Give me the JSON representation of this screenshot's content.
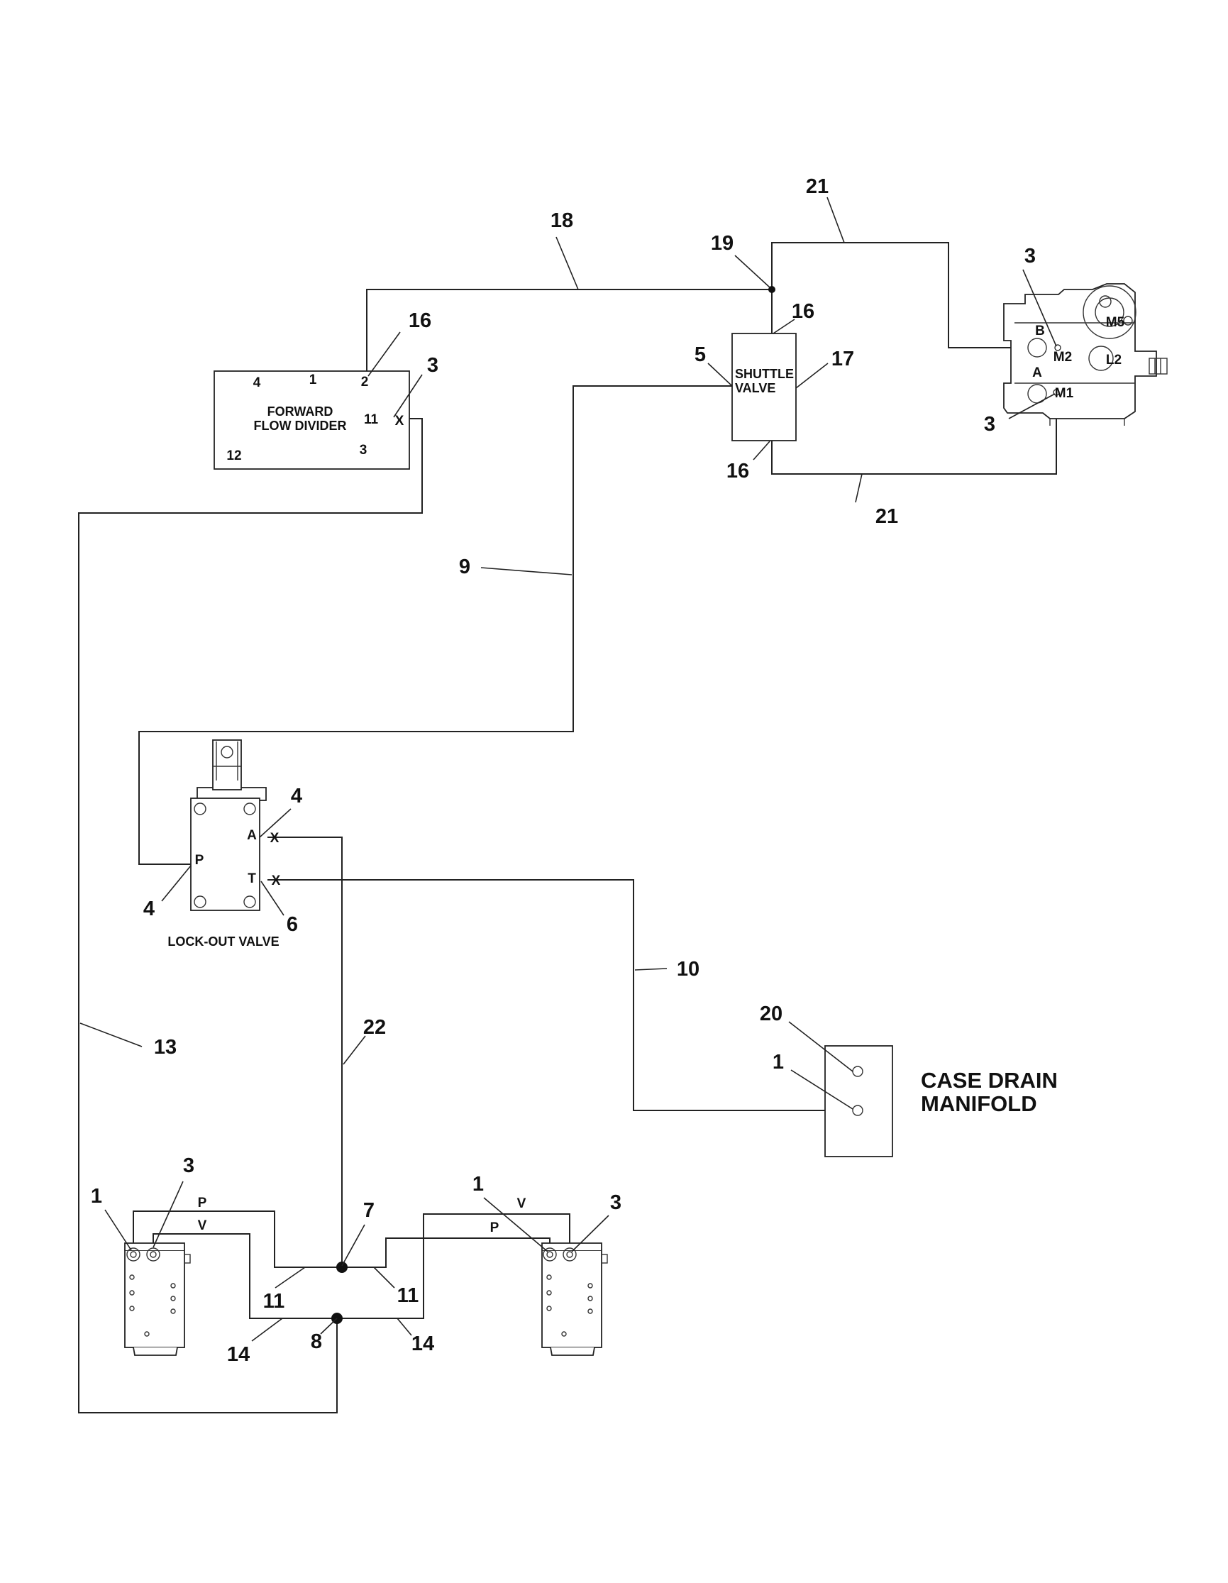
{
  "components": {
    "flow_divider": {
      "line1": "FORWARD",
      "line2": "FLOW DIVIDER",
      "ports": [
        "4",
        "1",
        "2",
        "11",
        "3",
        "12"
      ],
      "x_mark": "X"
    },
    "shuttle_valve": {
      "line1": "SHUTTLE",
      "line2": "VALVE"
    },
    "pump": {
      "ports": [
        "B",
        "M2",
        "M5",
        "L2",
        "A",
        "M1"
      ]
    },
    "lockout_valve": {
      "label": "LOCK-OUT VALVE",
      "ports": {
        "a": "A",
        "t": "T",
        "p": "P"
      },
      "x_mark": "X"
    },
    "case_drain_manifold": {
      "line1": "CASE DRAIN",
      "line2": "MANIFOLD"
    },
    "motor_left": {
      "p_label": "P",
      "v_label": "V"
    },
    "motor_right": {
      "p_label": "P",
      "v_label": "V"
    }
  },
  "callouts": [
    "21",
    "18",
    "19",
    "3",
    "16",
    "16",
    "3",
    "5",
    "17",
    "3",
    "16",
    "21",
    "9",
    "4",
    "4",
    "6",
    "10",
    "20",
    "1",
    "22",
    "13",
    "3",
    "1",
    "7",
    "1",
    "3",
    "11",
    "11",
    "8",
    "14",
    "14"
  ]
}
